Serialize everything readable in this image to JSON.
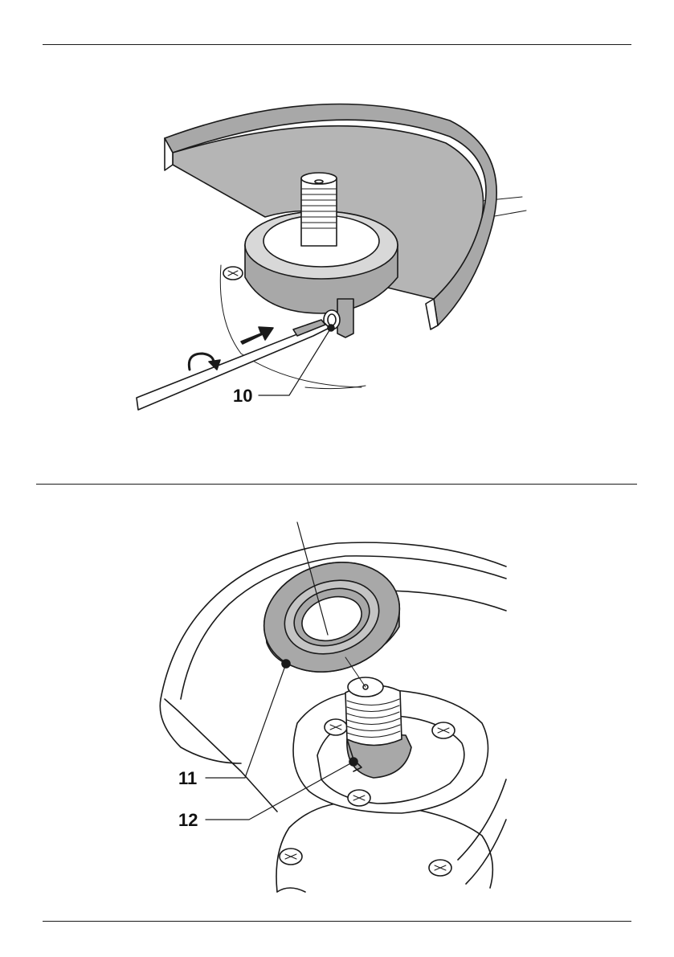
{
  "figure1": {
    "callouts": {
      "c10": "10"
    }
  },
  "figure2": {
    "callouts": {
      "c11": "11",
      "c12": "12"
    }
  },
  "colors": {
    "line": "#1a1a1a",
    "gray_fill": "#a8a8a8",
    "light_gray": "#cfcfcf",
    "white": "#ffffff"
  }
}
